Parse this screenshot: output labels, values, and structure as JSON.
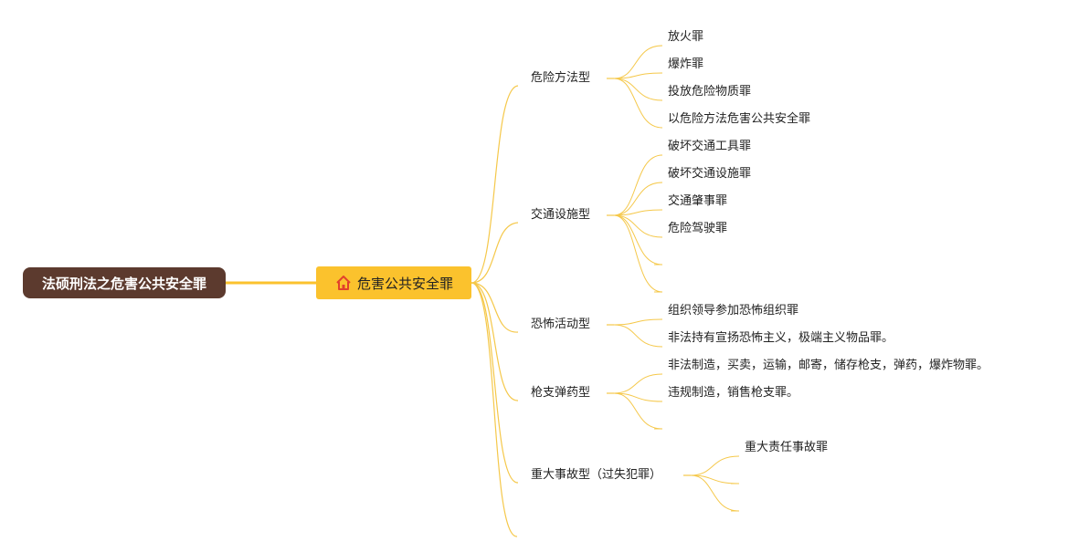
{
  "root": {
    "label": "法硕刑法之危害公共安全罪"
  },
  "center": {
    "label": "危害公共安全罪",
    "icon": "home-icon"
  },
  "colors": {
    "root_bg": "#5c3a2e",
    "center_bg": "#fbc22d",
    "link": "#f5c84a",
    "root_link": "#fbc22d"
  },
  "branches": [
    {
      "label": "危险方法型",
      "children": [
        "放火罪",
        "爆炸罪",
        "投放危险物质罪",
        "以危险方法危害公共安全罪"
      ]
    },
    {
      "label": "交通设施型",
      "children": [
        "破坏交通工具罪",
        "破坏交通设施罪",
        "交通肇事罪",
        "危险驾驶罪",
        "",
        ""
      ]
    },
    {
      "label": "恐怖活动型",
      "children": [
        "组织领导参加恐怖组织罪",
        "非法持有宣扬恐怖主义，极端主义物品罪。"
      ]
    },
    {
      "label": "枪支弹药型",
      "children": [
        "非法制造，买卖，运输，邮寄，储存枪支，弹药，爆炸物罪。",
        "违规制造，销售枪支罪。",
        ""
      ]
    },
    {
      "label": "重大事故型（过失犯罪）",
      "children": [
        "重大责任事故罪",
        "",
        ""
      ]
    },
    {
      "label": "",
      "children": []
    }
  ]
}
